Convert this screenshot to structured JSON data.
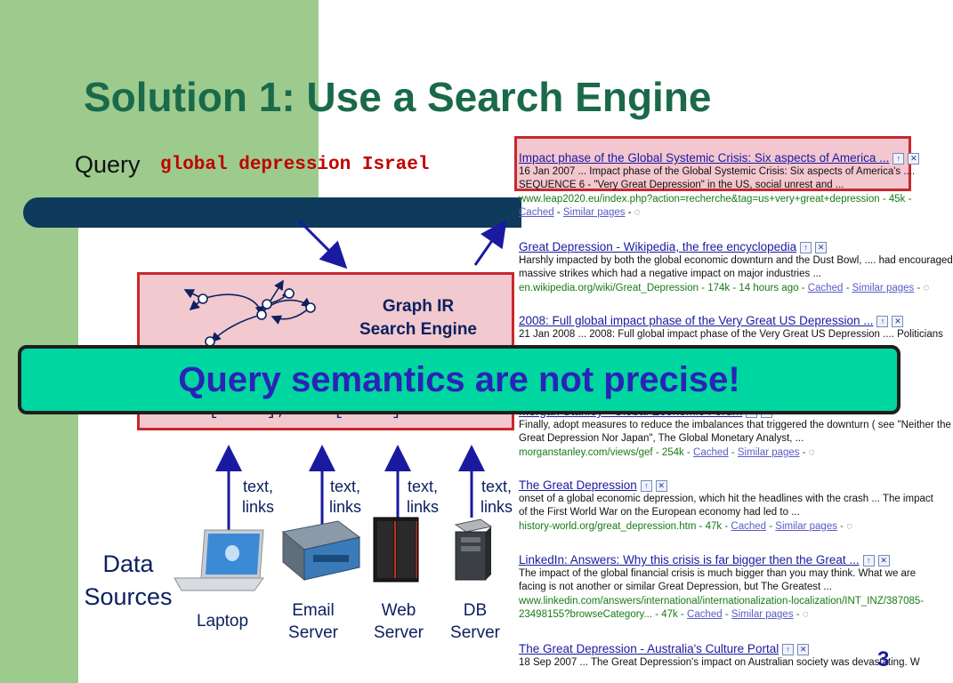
{
  "slide": {
    "title": "Solution 1: Use a Search Engine",
    "query_label": "Query",
    "query_text": "global depression Israel",
    "engine_label_line1": "Graph IR",
    "engine_label_line2": "Search Engine",
    "engine_code": "Search[\"ABC\"]; Find[\"XYZ\"]",
    "banner_text": "Query semantics are not precise!",
    "feed_label_1": "text,",
    "feed_label_2": "links",
    "data_sources_line1": "Data",
    "data_sources_line2": "Sources",
    "sources": [
      {
        "line1": "Laptop",
        "line2": ""
      },
      {
        "line1": "Email",
        "line2": "Server"
      },
      {
        "line1": "Web",
        "line2": "Server"
      },
      {
        "line1": "DB",
        "line2": "Server"
      }
    ],
    "page_number": "3",
    "colors": {
      "title": "#1a6a4a",
      "banner": "#00d6a0",
      "banner_text": "#2a23b8",
      "accent_red": "#c8282d"
    }
  },
  "results": [
    {
      "title": "Impact phase of the Global Systemic Crisis: Six aspects of America ...",
      "snippet1": "16 Jan 2007 ... Impact phase of the Global Systemic Crisis: Six aspects of America's ....",
      "snippet2": "SEQUENCE 6 - \"Very Great Depression\" in the US, social unrest and ...",
      "url": "www.leap2020.eu/index.php?action=recherche&tag=us+very+great+depression - 45k -",
      "cached": "Cached",
      "similar": "Similar pages"
    },
    {
      "title": "Great Depression - Wikipedia, the free encyclopedia",
      "snippet1": "Harshly impacted by both the global economic downturn and the Dust Bowl, .... had encouraged",
      "snippet2": "massive strikes which had a negative impact on major industries ...",
      "url": "en.wikipedia.org/wiki/Great_Depression - 174k - 14 hours ago -",
      "cached": "Cached",
      "similar": "Similar pages"
    },
    {
      "title": "2008: Full global impact phase of the Very Great US Depression ...",
      "snippet1": "21 Jan 2008 ... 2008: Full global impact phase of the Very Great US Depression .... Politicians",
      "snippet2": "",
      "url": "",
      "cached": "",
      "similar": ""
    },
    {
      "title": "Morgan Stanley - Global Economic Forum",
      "snippet1": "Finally, adopt measures to reduce the imbalances that triggered the downturn ( see \"Neither the",
      "snippet2": "Great Depression Nor Japan\", The Global Monetary Analyst, ...",
      "url": "morganstanley.com/views/gef - 254k -",
      "cached": "Cached",
      "similar": "Similar pages"
    },
    {
      "title": "The Great Depression",
      "snippet1": "onset of a global economic depression, which hit the headlines with the crash ... The impact",
      "snippet2": "of the First World War on the European economy had led to ...",
      "url": "history-world.org/great_depression.htm - 47k -",
      "cached": "Cached",
      "similar": "Similar pages"
    },
    {
      "title": "LinkedIn: Answers: Why this crisis is far bigger then the Great ...",
      "snippet1": "The impact of the global financial crisis is much bigger than you may think. What we are",
      "snippet2": "facing is not another or similar Great Depression, but The Greatest ...",
      "url": "www.linkedin.com/answers/international/internationalization-localization/INT_INZ/387085-",
      "url2": "23498155?browseCategory... - 47k -",
      "cached": "Cached",
      "similar": "Similar pages"
    },
    {
      "title": "The Great Depression - Australia's Culture Portal",
      "snippet1": "18 Sep 2007 ... The Great Depression's impact on Australian society was devastating. W",
      "snippet2": "",
      "url": "",
      "cached": "",
      "similar": ""
    }
  ]
}
